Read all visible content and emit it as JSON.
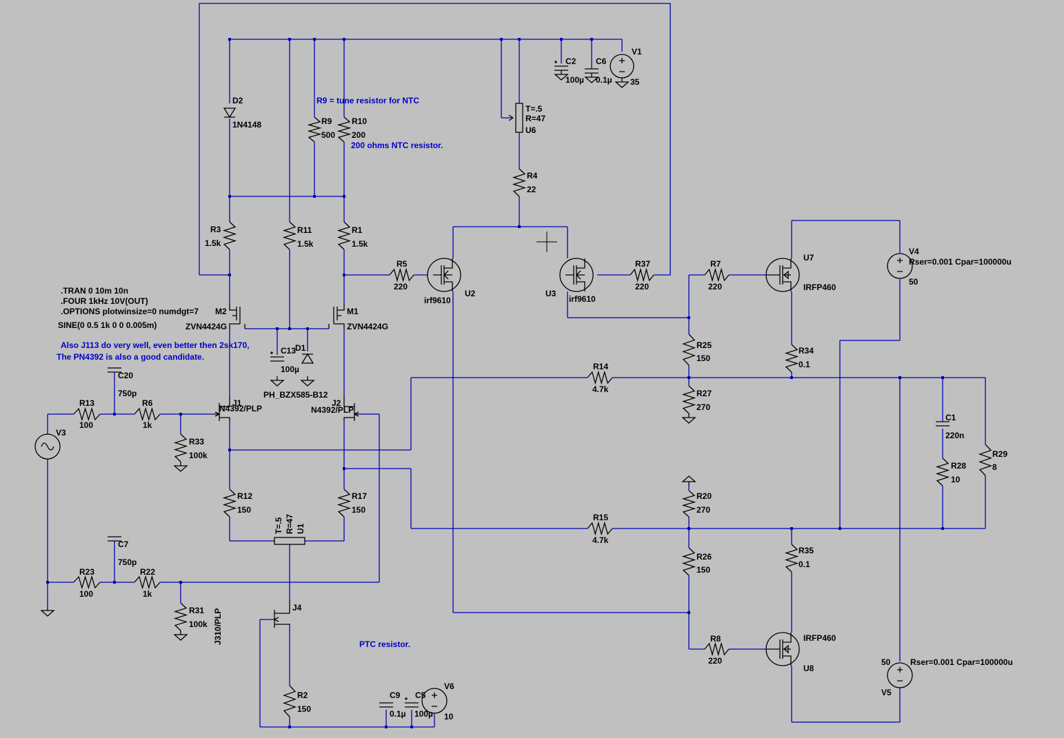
{
  "labels": [
    {
      "id": "D2",
      "text": "D2"
    },
    {
      "id": "D2v",
      "text": "1N4148"
    },
    {
      "id": "R9",
      "text": "R9"
    },
    {
      "id": "R9v",
      "text": "500"
    },
    {
      "id": "R10",
      "text": "R10"
    },
    {
      "id": "R10v",
      "text": "200"
    },
    {
      "id": "U6",
      "text": "U6"
    },
    {
      "id": "U6t",
      "text": "T=.5"
    },
    {
      "id": "U6r",
      "text": "R=47"
    },
    {
      "id": "C2",
      "text": "C2"
    },
    {
      "id": "C2v",
      "text": "100µ"
    },
    {
      "id": "C6",
      "text": "C6"
    },
    {
      "id": "C6v",
      "text": "0.1µ"
    },
    {
      "id": "V1",
      "text": "V1"
    },
    {
      "id": "V1v",
      "text": "35"
    },
    {
      "id": "R4",
      "text": "R4"
    },
    {
      "id": "R4v",
      "text": "22"
    },
    {
      "id": "R3",
      "text": "R3"
    },
    {
      "id": "R3v",
      "text": "1.5k"
    },
    {
      "id": "R11",
      "text": "R11"
    },
    {
      "id": "R11v",
      "text": "1.5k"
    },
    {
      "id": "R1",
      "text": "R1"
    },
    {
      "id": "R1v",
      "text": "1.5k"
    },
    {
      "id": "R5",
      "text": "R5"
    },
    {
      "id": "R5v",
      "text": "220"
    },
    {
      "id": "U2",
      "text": "U2"
    },
    {
      "id": "U2v",
      "text": "irf9610"
    },
    {
      "id": "U3",
      "text": "U3"
    },
    {
      "id": "U3v",
      "text": "irf9610"
    },
    {
      "id": "R37",
      "text": "R37"
    },
    {
      "id": "R37v",
      "text": "220"
    },
    {
      "id": "R7",
      "text": "R7"
    },
    {
      "id": "R7v",
      "text": "220"
    },
    {
      "id": "U7",
      "text": "U7"
    },
    {
      "id": "U7v",
      "text": "IRFP460"
    },
    {
      "id": "V4",
      "text": "V4"
    },
    {
      "id": "V4p",
      "text": "Rser=0.001 Cpar=100000u"
    },
    {
      "id": "V4v",
      "text": "50"
    },
    {
      "id": "M2",
      "text": "M2"
    },
    {
      "id": "M2v",
      "text": "ZVN4424G"
    },
    {
      "id": "M1",
      "text": "M1"
    },
    {
      "id": "M1v",
      "text": "ZVN4424G"
    },
    {
      "id": "C13",
      "text": "C13"
    },
    {
      "id": "C13v",
      "text": "100µ"
    },
    {
      "id": "D1",
      "text": "D1"
    },
    {
      "id": "D1v",
      "text": "PH_BZX585-B12"
    },
    {
      "id": "R25",
      "text": "R25"
    },
    {
      "id": "R25v",
      "text": "150"
    },
    {
      "id": "R34",
      "text": "R34"
    },
    {
      "id": "R34v",
      "text": "0.1"
    },
    {
      "id": "R14",
      "text": "R14"
    },
    {
      "id": "R14v",
      "text": "4.7k"
    },
    {
      "id": "R27",
      "text": "R27"
    },
    {
      "id": "R27v",
      "text": "270"
    },
    {
      "id": "C20",
      "text": "C20"
    },
    {
      "id": "C20v",
      "text": "750p"
    },
    {
      "id": "J1",
      "text": "J1"
    },
    {
      "id": "J1v",
      "text": "N4392/PLP"
    },
    {
      "id": "J2",
      "text": "J2"
    },
    {
      "id": "J2v",
      "text": "N4392/PLP"
    },
    {
      "id": "R13",
      "text": "R13"
    },
    {
      "id": "R13v",
      "text": "100"
    },
    {
      "id": "R6",
      "text": "R6"
    },
    {
      "id": "R6v",
      "text": "1k"
    },
    {
      "id": "V3",
      "text": "V3"
    },
    {
      "id": "R33",
      "text": "R33"
    },
    {
      "id": "R33v",
      "text": "100k"
    },
    {
      "id": "C1",
      "text": "C1"
    },
    {
      "id": "C1v",
      "text": "220n"
    },
    {
      "id": "R28",
      "text": "R28"
    },
    {
      "id": "R28v",
      "text": "10"
    },
    {
      "id": "R29",
      "text": "R29"
    },
    {
      "id": "R29v",
      "text": "8"
    },
    {
      "id": "R12",
      "text": "R12"
    },
    {
      "id": "R12v",
      "text": "150"
    },
    {
      "id": "R17",
      "text": "R17"
    },
    {
      "id": "R17v",
      "text": "150"
    },
    {
      "id": "U1",
      "text": "U1"
    },
    {
      "id": "U1t",
      "text": "T=.5"
    },
    {
      "id": "U1r",
      "text": "R=47"
    },
    {
      "id": "R20",
      "text": "R20"
    },
    {
      "id": "R20v",
      "text": "270"
    },
    {
      "id": "R15",
      "text": "R15"
    },
    {
      "id": "R15v",
      "text": "4.7k"
    },
    {
      "id": "C7",
      "text": "C7"
    },
    {
      "id": "C7v",
      "text": "750p"
    },
    {
      "id": "R35",
      "text": "R35"
    },
    {
      "id": "R35v",
      "text": "0.1"
    },
    {
      "id": "R26",
      "text": "R26"
    },
    {
      "id": "R26v",
      "text": "150"
    },
    {
      "id": "R23",
      "text": "R23"
    },
    {
      "id": "R23v",
      "text": "100"
    },
    {
      "id": "R22",
      "text": "R22"
    },
    {
      "id": "R22v",
      "text": "1k"
    },
    {
      "id": "R31",
      "text": "R31"
    },
    {
      "id": "R31v",
      "text": "100k"
    },
    {
      "id": "J4",
      "text": "J4"
    },
    {
      "id": "J4v",
      "text": "J310/PLP"
    },
    {
      "id": "R8",
      "text": "R8"
    },
    {
      "id": "R8v",
      "text": "220"
    },
    {
      "id": "U8",
      "text": "U8"
    },
    {
      "id": "U8v",
      "text": "IRFP460"
    },
    {
      "id": "V5",
      "text": "V5"
    },
    {
      "id": "V5p",
      "text": "Rser=0.001 Cpar=100000u"
    },
    {
      "id": "V5v",
      "text": "50"
    },
    {
      "id": "R2",
      "text": "R2"
    },
    {
      "id": "R2v",
      "text": "150"
    },
    {
      "id": "C9",
      "text": "C9"
    },
    {
      "id": "C9v",
      "text": "0.1µ"
    },
    {
      "id": "C5",
      "text": "C5"
    },
    {
      "id": "C5v",
      "text": "100µ"
    },
    {
      "id": "V6",
      "text": "V6"
    },
    {
      "id": "V6v",
      "text": "10"
    }
  ],
  "directives": [
    ".TRAN 0 10m 10n",
    ".FOUR 1kHz 10V(OUT)",
    ".OPTIONS plotwinsize=0 numdgt=7",
    "SINE(0 0.5 1k 0 0 0.005m)"
  ],
  "comments": {
    "r9_note": "R9 = tune resistor for NTC",
    "ntc_note": "200 ohms NTC resistor.",
    "jfet_note_1": "Also J113 do very well, even better then 2sk170,",
    "jfet_note_2": "The PN4392 is also a good candidate.",
    "ptc_note": "PTC resistor."
  },
  "colors": {
    "background": "#c0c0c0",
    "wire": "#0000b4",
    "component": "#000000",
    "comment": "#0000c8"
  }
}
